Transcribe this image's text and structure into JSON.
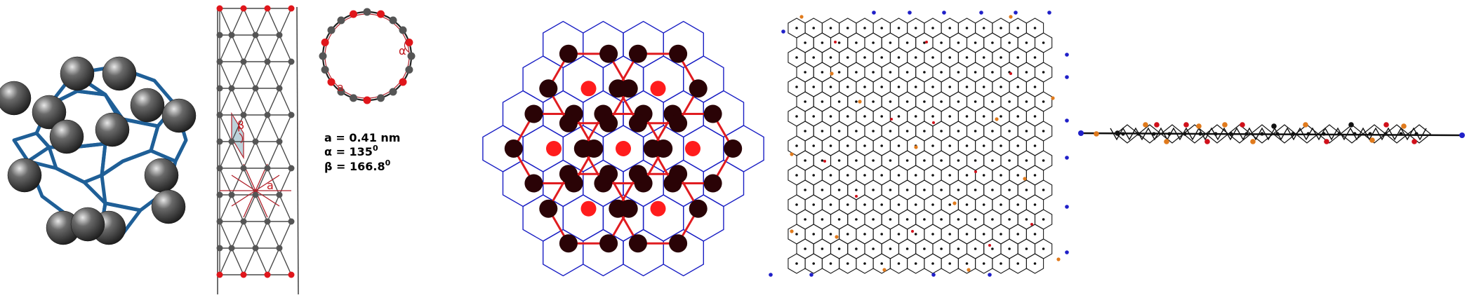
{
  "colors": {
    "cage_bond": "#1f5f97",
    "cage_atom": "#3d3d3d",
    "tube_bond": "#4a4a4a",
    "tube_atom": "#555555",
    "tube_end_atom": "#e0161b",
    "tube_highlight": "#b0202a",
    "tube_shade": "#bcd3db",
    "hex_outline": "#1a1fc4",
    "lattice_bond": "#e01c20",
    "lattice_atom": "#2a0306",
    "center_dot": "#ff1c1c",
    "sheet_bond": "#1a1a1a",
    "sheet_atom": "#111111",
    "edge_blue": "#2020c8",
    "edge_orange": "#e07a1c",
    "edge_red": "#d0101a"
  },
  "labels": {
    "a_length": "a = 0.41 nm",
    "alpha_angle_prefix": "α = 135",
    "alpha_angle_unit": "0",
    "beta_angle_prefix": "β = 166.8",
    "beta_angle_unit": "0",
    "tube_a": "a",
    "tube_beta": "β",
    "ring_a": "a",
    "ring_alpha": "α"
  }
}
